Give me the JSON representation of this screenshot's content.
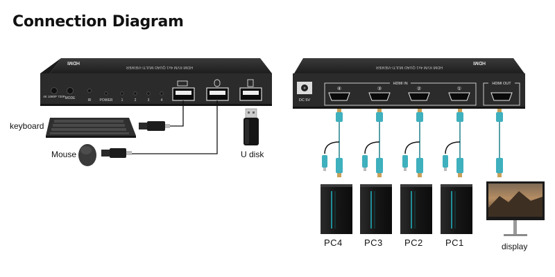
{
  "title": "Connection Diagram",
  "front_panel": {
    "brand": "HDMI",
    "model_text": "HDMI KVM 4x1 QUAD MULTI-VIEWER",
    "buttons": [
      "4K 1080P 720P",
      "MODE"
    ],
    "indicators": [
      "IR",
      "POWER",
      "1",
      "2",
      "3",
      "4"
    ]
  },
  "rear_panel": {
    "power_label": "DC 5V",
    "hdmi_in_label": "HDMI IN",
    "hdmi_out_label": "HDMI OUT",
    "port_numbers": [
      "④",
      "③",
      "②",
      "①"
    ]
  },
  "peripherals": {
    "keyboard": "keyboard",
    "mouse": "Mouse",
    "udisk": "U disk"
  },
  "computers": [
    "PC4",
    "PC3",
    "PC2",
    "PC1"
  ],
  "monitor": "display"
}
